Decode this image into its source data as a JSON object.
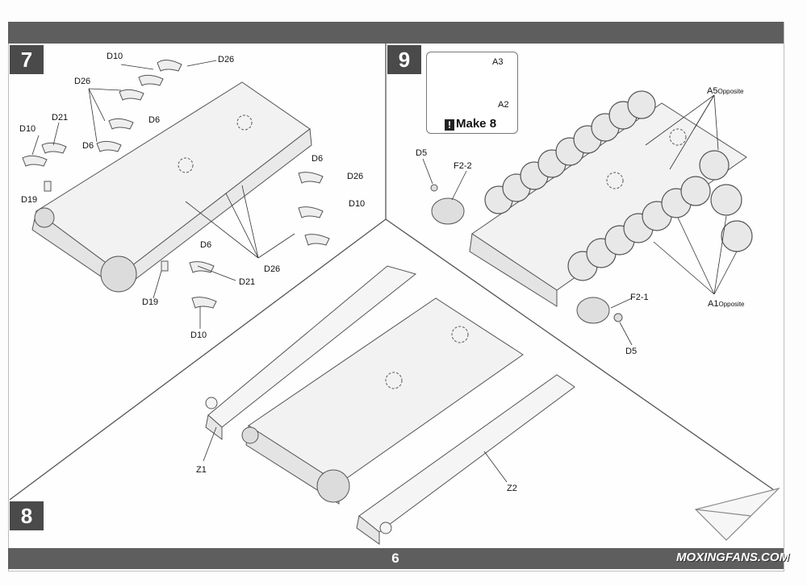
{
  "page": {
    "number": "6",
    "watermark": "MOXINGFANS.COM"
  },
  "steps": [
    {
      "number": "7",
      "labels": [
        "D10",
        "D26",
        "D26",
        "D6",
        "D21",
        "D10",
        "D6",
        "D19",
        "D6",
        "D26",
        "D10",
        "D26",
        "D6",
        "D21",
        "D19",
        "D10"
      ]
    },
    {
      "number": "9",
      "labels": [
        "D5",
        "F2-2",
        "A5",
        "Opposite",
        "F2-1",
        "A1",
        "Opposite",
        "D5"
      ],
      "callout": {
        "labels": [
          "A3",
          "A2"
        ],
        "text": "Make 8",
        "icon": "exclamation-icon"
      }
    },
    {
      "number": "8",
      "labels": [
        "Z1",
        "Z2"
      ]
    }
  ],
  "colors": {
    "bars": "#5e5e5e",
    "step_box": "#4a4a4a"
  }
}
